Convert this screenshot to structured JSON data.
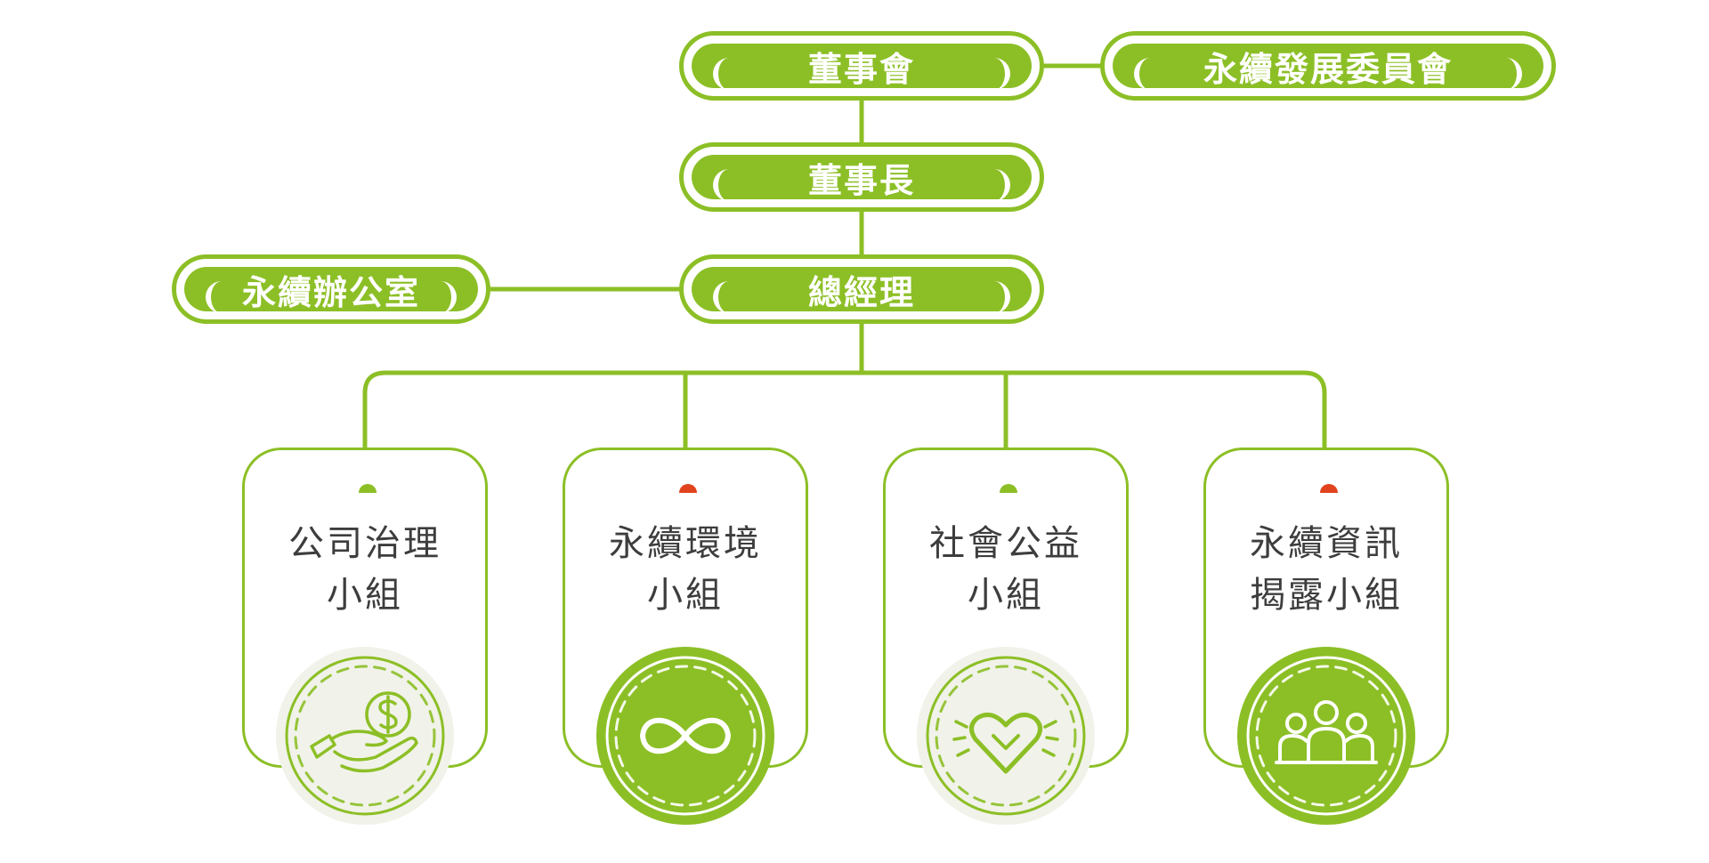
{
  "top": {
    "board": "董事會",
    "committee": "永續發展委員會",
    "chairman": "董事長",
    "gm": "總經理",
    "office": "永續辦公室"
  },
  "groups": [
    {
      "line1": "公司治理",
      "line2": "小組",
      "icon": "money-hand-icon",
      "dot_color": "#8cbf26"
    },
    {
      "line1": "永續環境",
      "line2": "小組",
      "icon": "infinity-icon",
      "dot_color": "#e0431d"
    },
    {
      "line1": "社會公益",
      "line2": "小組",
      "icon": "heart-icon",
      "dot_color": "#8cbf26"
    },
    {
      "line1": "永續資訊",
      "line2": "揭露小組",
      "icon": "people-group-icon",
      "dot_color": "#e0431d"
    }
  ],
  "colors": {
    "accent": "#8cbf26",
    "alert": "#e0431d",
    "badge_light": "#f1f2e9",
    "text": "#3d3d3d"
  }
}
